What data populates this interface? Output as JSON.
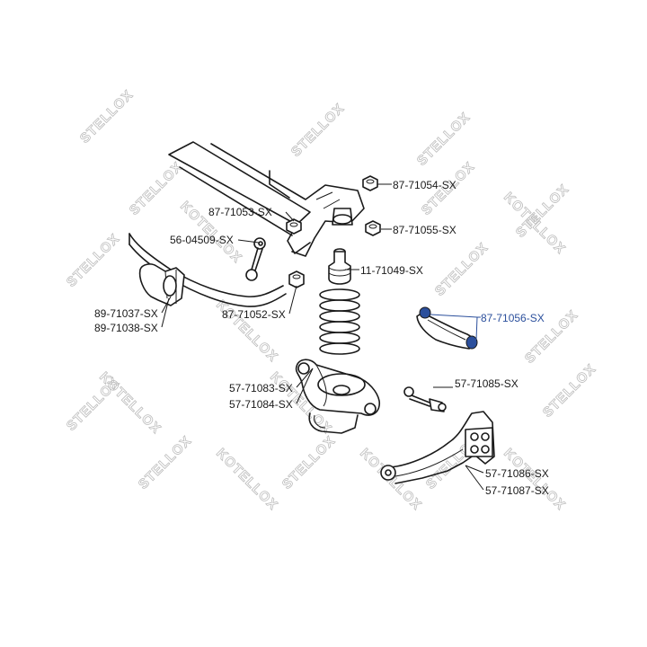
{
  "watermark": {
    "text": "STELLOX",
    "text_alt": "KOTELLOX"
  },
  "labels": [
    {
      "id": "l1",
      "text": "87-71054-SX",
      "highlight": false
    },
    {
      "id": "l2",
      "text": "87-71053-SX",
      "highlight": false
    },
    {
      "id": "l3",
      "text": "87-71055-SX",
      "highlight": false
    },
    {
      "id": "l4",
      "text": "56-04509-SX",
      "highlight": false
    },
    {
      "id": "l5",
      "text": "11-71049-SX",
      "highlight": false
    },
    {
      "id": "l6",
      "text": "87-71052-SX",
      "highlight": false
    },
    {
      "id": "l7",
      "text": "89-71037-SX",
      "highlight": false
    },
    {
      "id": "l8",
      "text": "89-71038-SX",
      "highlight": false
    },
    {
      "id": "l9",
      "text": "87-71056-SX",
      "highlight": true
    },
    {
      "id": "l10",
      "text": "57-71083-SX",
      "highlight": false
    },
    {
      "id": "l11",
      "text": "57-71084-SX",
      "highlight": false
    },
    {
      "id": "l12",
      "text": "57-71085-SX",
      "highlight": false
    },
    {
      "id": "l13",
      "text": "57-71086-SX",
      "highlight": false
    },
    {
      "id": "l14",
      "text": "57-71087-SX",
      "highlight": false
    }
  ],
  "colors": {
    "line": "#1a1a1a",
    "highlight": "#2b4f9c",
    "watermark": "#bdbdbd"
  }
}
